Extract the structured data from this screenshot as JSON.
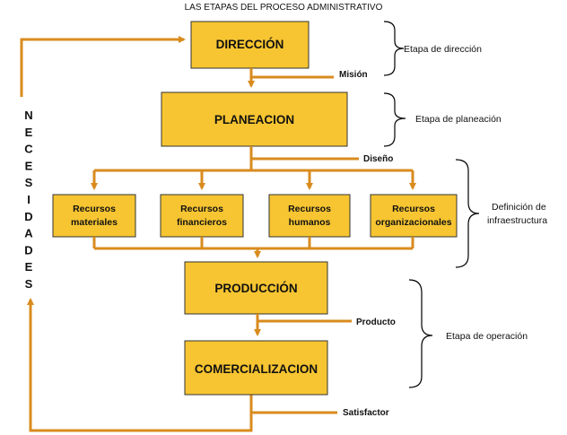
{
  "title": "LAS ETAPAS DEL PROCESO ADMINISTRATIVO",
  "side_label": "NECESIDADES",
  "boxes": {
    "direccion": "DIRECCIÓN",
    "planeacion": "PLANEACION",
    "produccion": "PRODUCCIÓN",
    "comercializacion": "COMERCIALIZACION"
  },
  "resources": [
    {
      "line1": "Recursos",
      "line2": "materiales"
    },
    {
      "line1": "Recursos",
      "line2": "financieros"
    },
    {
      "line1": "Recursos",
      "line2": "humanos"
    },
    {
      "line1": "Recursos",
      "line2": "organizacionales"
    }
  ],
  "flow_labels": {
    "mision": "Misión",
    "diseno": "Diseño",
    "producto": "Producto",
    "satisfactor": "Satisfactor"
  },
  "phases": {
    "direccion": "Etapa de dirección",
    "planeacion": "Etapa de planeación",
    "infra_line1": "Definición de",
    "infra_line2": "infraestructura",
    "operacion": "Etapa de operación"
  },
  "colors": {
    "box_fill": "#F7C531",
    "arrow": "#D98B1E",
    "text": "#111111"
  }
}
